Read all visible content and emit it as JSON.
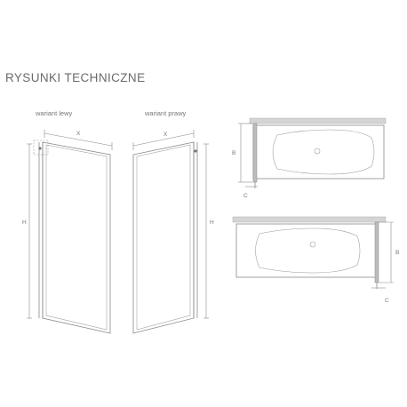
{
  "title": "RYSUNKI TECHNICZNE",
  "variants": {
    "left": {
      "label": "wariant lewy"
    },
    "right": {
      "label": "wariant prawy"
    }
  },
  "dimensions": {
    "width": "X",
    "height": "H",
    "depth": "B",
    "offset": "C"
  },
  "colors": {
    "line": "#8a8a8a",
    "wall": "#d4d4d4",
    "text": "#6a6a6a"
  }
}
